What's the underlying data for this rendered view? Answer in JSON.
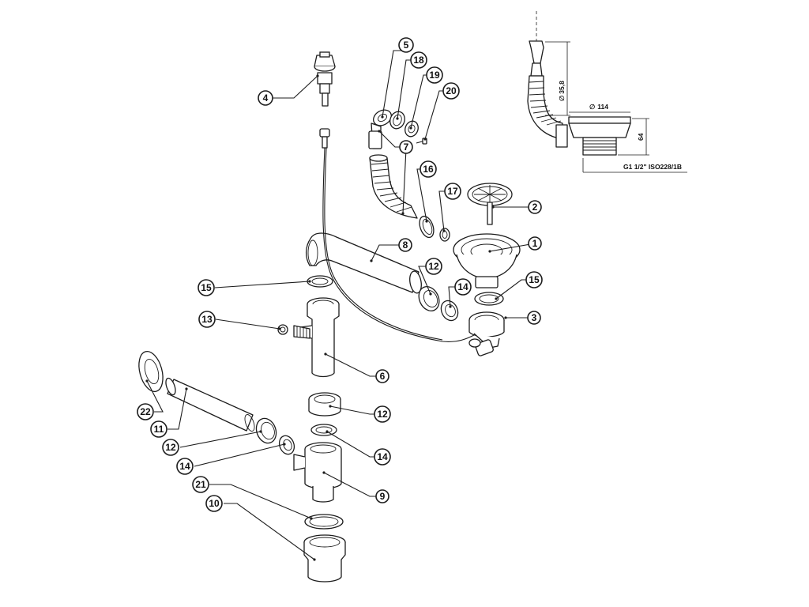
{
  "callouts": [
    {
      "id": "c1",
      "number": "1"
    },
    {
      "id": "c2",
      "number": "2"
    },
    {
      "id": "c3",
      "number": "3"
    },
    {
      "id": "c4",
      "number": "4"
    },
    {
      "id": "c5",
      "number": "5"
    },
    {
      "id": "c6",
      "number": "6"
    },
    {
      "id": "c7",
      "number": "7"
    },
    {
      "id": "c8",
      "number": "8"
    },
    {
      "id": "c9",
      "number": "9"
    },
    {
      "id": "c10",
      "number": "10"
    },
    {
      "id": "c11",
      "number": "11"
    },
    {
      "id": "c12a",
      "number": "12"
    },
    {
      "id": "c12b",
      "number": "12"
    },
    {
      "id": "c12c",
      "number": "12"
    },
    {
      "id": "c13",
      "number": "13"
    },
    {
      "id": "c14a",
      "number": "14"
    },
    {
      "id": "c14b",
      "number": "14"
    },
    {
      "id": "c14c",
      "number": "14"
    },
    {
      "id": "c15a",
      "number": "15"
    },
    {
      "id": "c15b",
      "number": "15"
    },
    {
      "id": "c16",
      "number": "16"
    },
    {
      "id": "c17",
      "number": "17"
    },
    {
      "id": "c18",
      "number": "18"
    },
    {
      "id": "c19",
      "number": "19"
    },
    {
      "id": "c20",
      "number": "20"
    },
    {
      "id": "c21",
      "number": "21"
    },
    {
      "id": "c22",
      "number": "22"
    }
  ],
  "dimensions": {
    "height_label": "35,8",
    "height_prefix": "∅",
    "diameter_label": "114",
    "diameter_prefix": "∅",
    "depth_label": "64",
    "thread_label": "G1 1/2\" ISO228/1B"
  }
}
